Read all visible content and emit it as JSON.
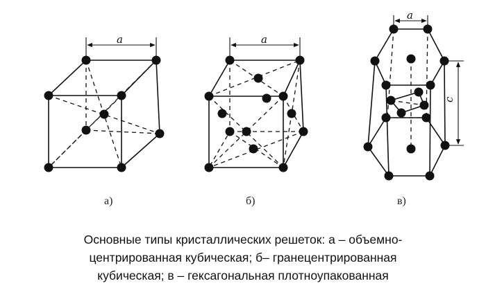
{
  "figures": [
    {
      "id": "a",
      "label": "а)",
      "dim_label": "a"
    },
    {
      "id": "b",
      "label": "б)",
      "dim_label": "a"
    },
    {
      "id": "c",
      "label": "в)",
      "dim_label_top": "a",
      "dim_label_side": "c"
    }
  ],
  "caption": {
    "line1": "Основные типы кристаллических решеток: а – объемно-",
    "line2": "центрированная кубическая; б– гранецентрированная",
    "line3": "кубическая; в – гексагональная плотноупакованная"
  }
}
